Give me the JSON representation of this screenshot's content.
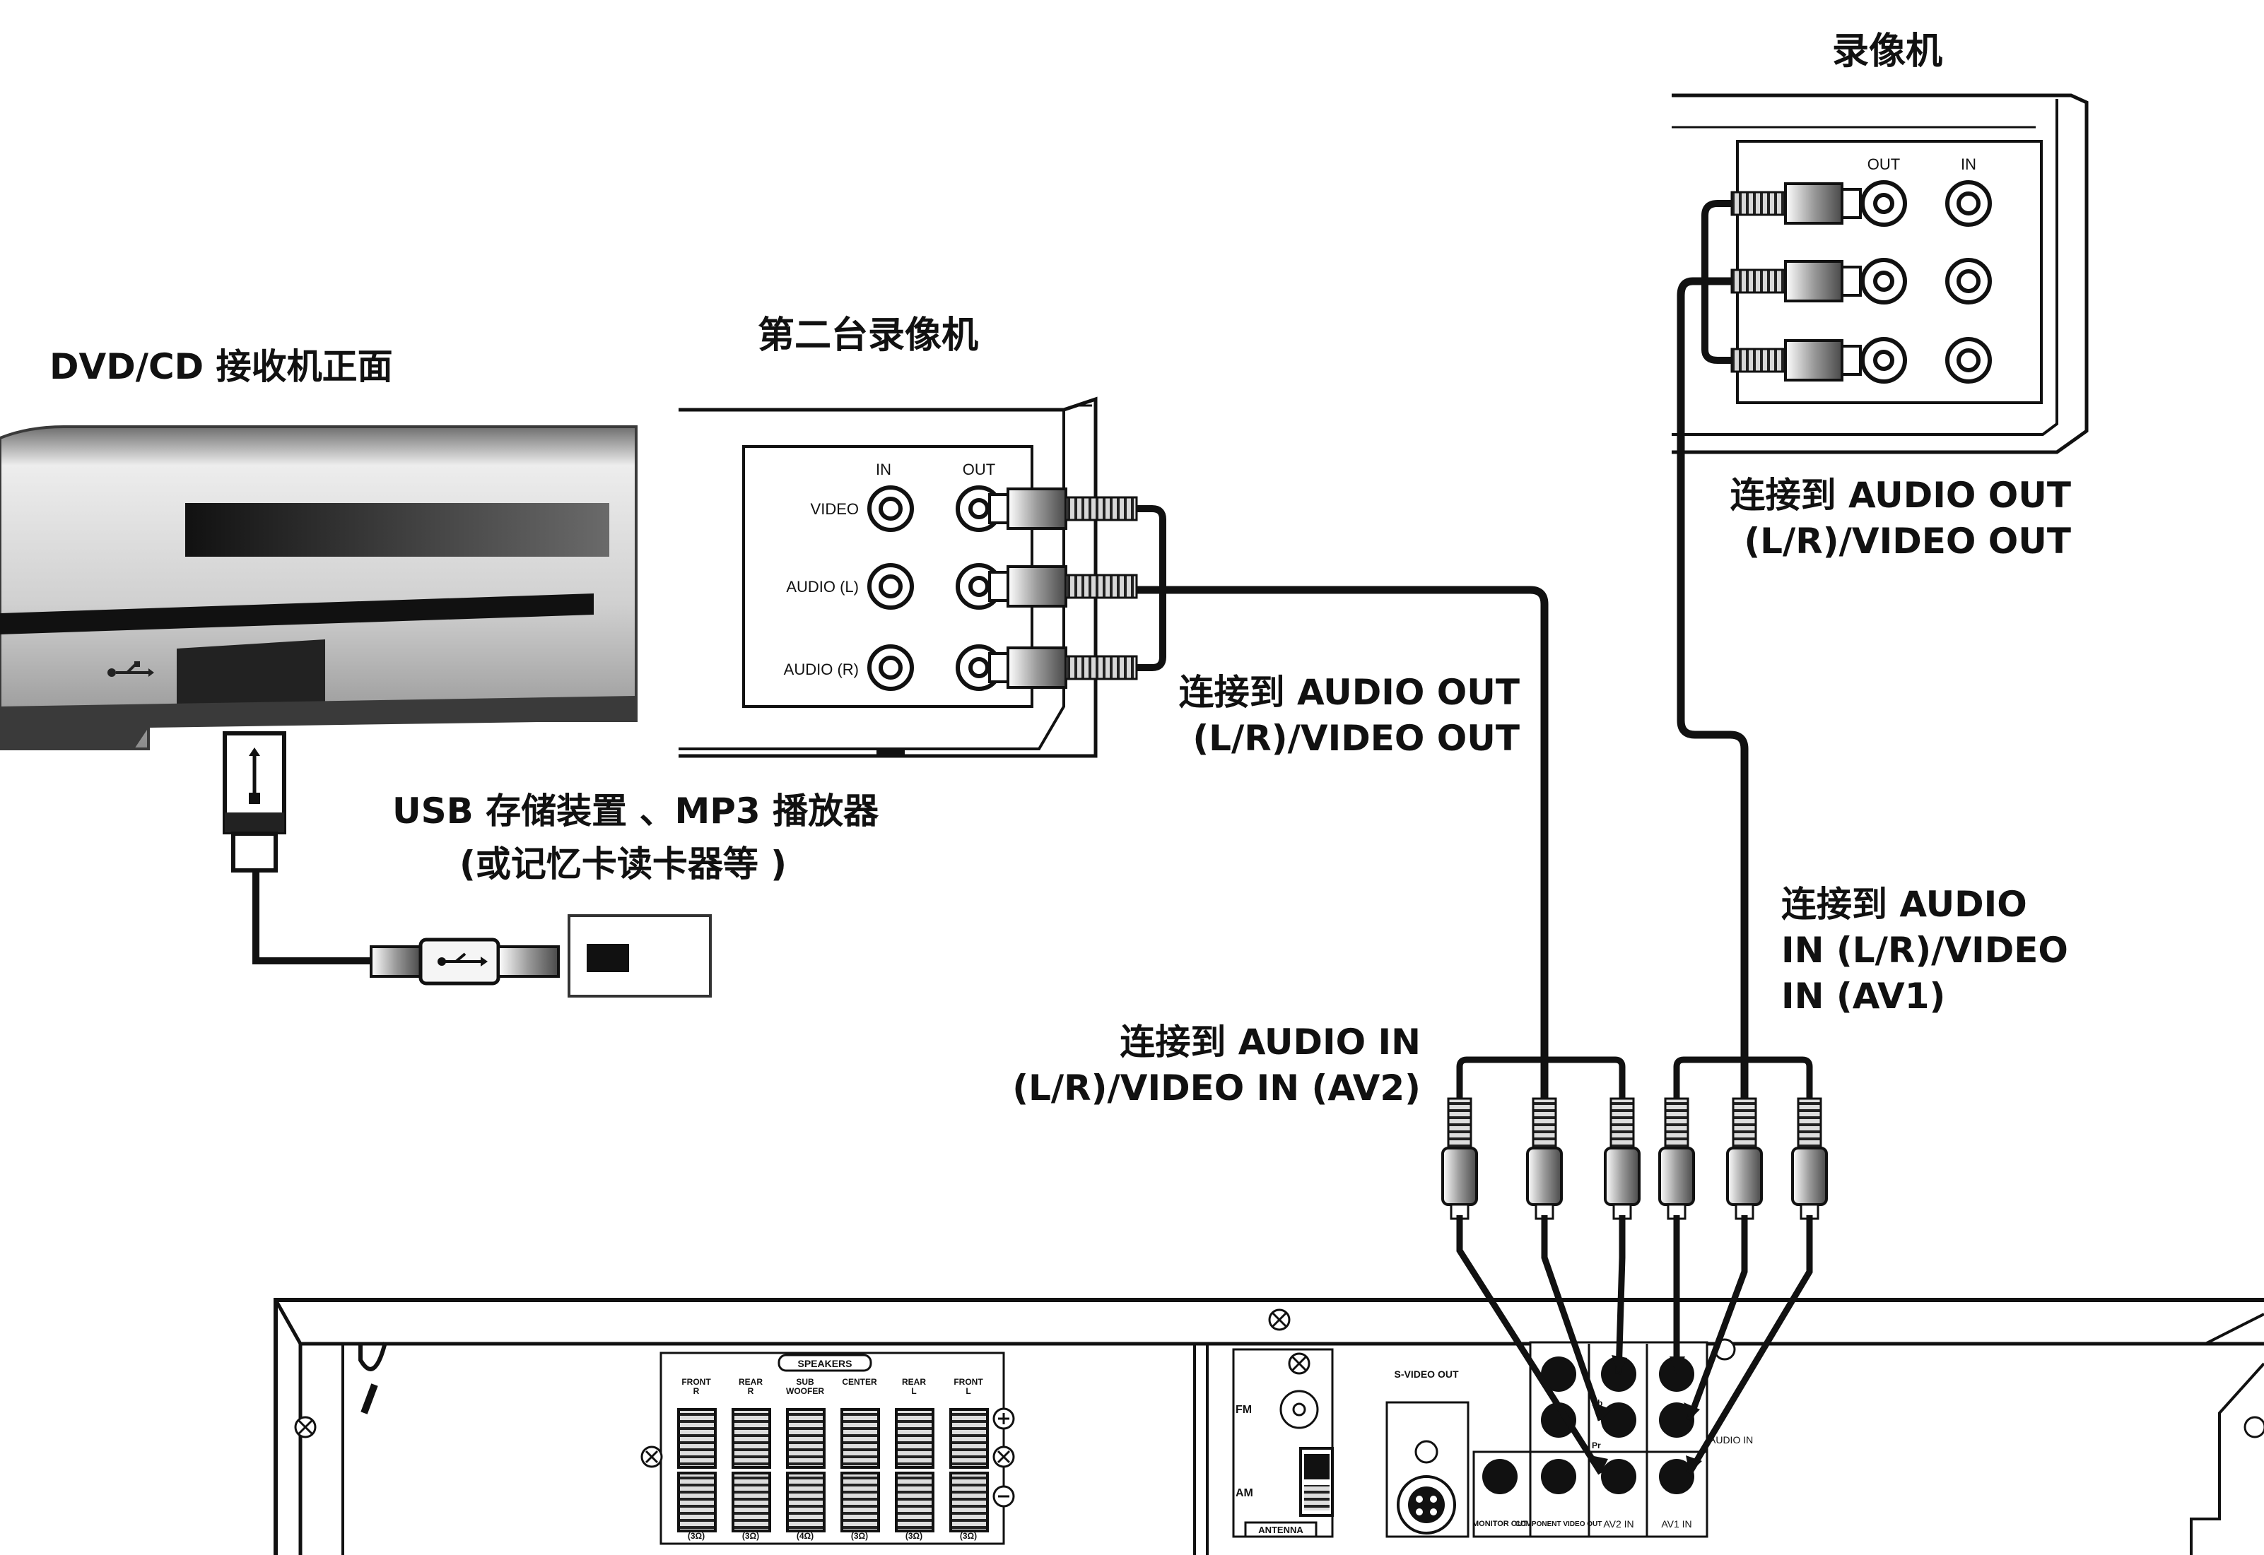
{
  "dvd_front": {
    "title": "DVD/CD 接收机正面"
  },
  "vcr2": {
    "title": "第二台录像机",
    "col_in": "IN",
    "col_out": "OUT",
    "row_video": "VIDEO",
    "row_audio_l": "AUDIO (L)",
    "row_audio_r": "AUDIO (R)",
    "connect_label_1": "连接到 AUDIO OUT",
    "connect_label_2": "(L/R)/VIDEO OUT"
  },
  "vcr1": {
    "title": "录像机",
    "col_out": "OUT",
    "col_in": "IN",
    "connect_label_1": "连接到 AUDIO OUT",
    "connect_label_2": "(L/R)/VIDEO OUT"
  },
  "usb": {
    "label_1": "USB 存储装置 、MP3 播放器",
    "label_2": "(或记忆卡读卡器等 )"
  },
  "av1": {
    "label_1": "连接到 AUDIO",
    "label_2": "IN (L/R)/VIDEO",
    "label_3": "IN (AV1)"
  },
  "av2": {
    "label_1": "连接到 AUDIO IN",
    "label_2": "(L/R)/VIDEO IN (AV2)"
  },
  "receiver_rear": {
    "speakers_header": "SPEAKERS",
    "speaker_cols": [
      "FRONT R",
      "REAR R",
      "SUB WOOFER",
      "CENTER",
      "REAR L",
      "FRONT L"
    ],
    "impedances": [
      "(3Ω)",
      "(3Ω)",
      "(4Ω)",
      "(3Ω)",
      "(3Ω)",
      "(3Ω)"
    ],
    "fm": "FM",
    "am": "AM",
    "antenna": "ANTENNA",
    "svideo_out": "S-VIDEO OUT",
    "monitor_out": "MONITOR OUT",
    "component_out": "COMPONENT VIDEO OUT",
    "av2_in": "AV2 IN",
    "av1_in": "AV1 IN",
    "audio_in": "AUDIO IN",
    "pb": "Pb",
    "pr": "Pr"
  }
}
